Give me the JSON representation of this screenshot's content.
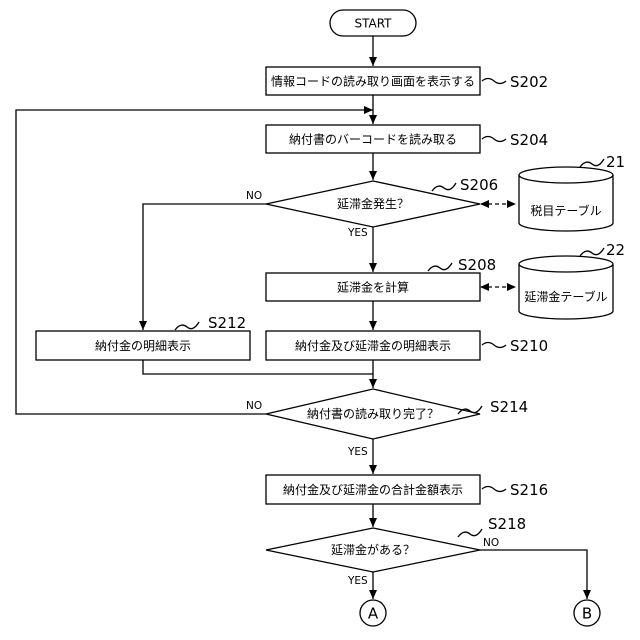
{
  "flow": {
    "start": "START",
    "steps": {
      "s202": {
        "label": "情報コードの読み取り画面を表示する",
        "ref": "S202"
      },
      "s204": {
        "label": "納付書のバーコードを読み取る",
        "ref": "S204"
      },
      "s206": {
        "label": "延滞金発生？",
        "ref": "S206"
      },
      "s208": {
        "label": "延滞金を計算",
        "ref": "S208"
      },
      "s210": {
        "label": "納付金及び延滞金の明細表示",
        "ref": "S210"
      },
      "s212": {
        "label": "納付金の明細表示",
        "ref": "S212"
      },
      "s214": {
        "label": "納付書の読み取り完了？",
        "ref": "S214"
      },
      "s216": {
        "label": "納付金及び延滞金の合計金額表示",
        "ref": "S216"
      },
      "s218": {
        "label": "延滞金がある？",
        "ref": "S218"
      }
    },
    "databases": {
      "db21": {
        "label": "税目テーブル",
        "ref": "21"
      },
      "db22": {
        "label": "延滞金テーブル",
        "ref": "22"
      }
    },
    "branch_labels": {
      "yes": "YES",
      "no": "NO"
    },
    "connectors": {
      "a": "A",
      "b": "B"
    }
  }
}
